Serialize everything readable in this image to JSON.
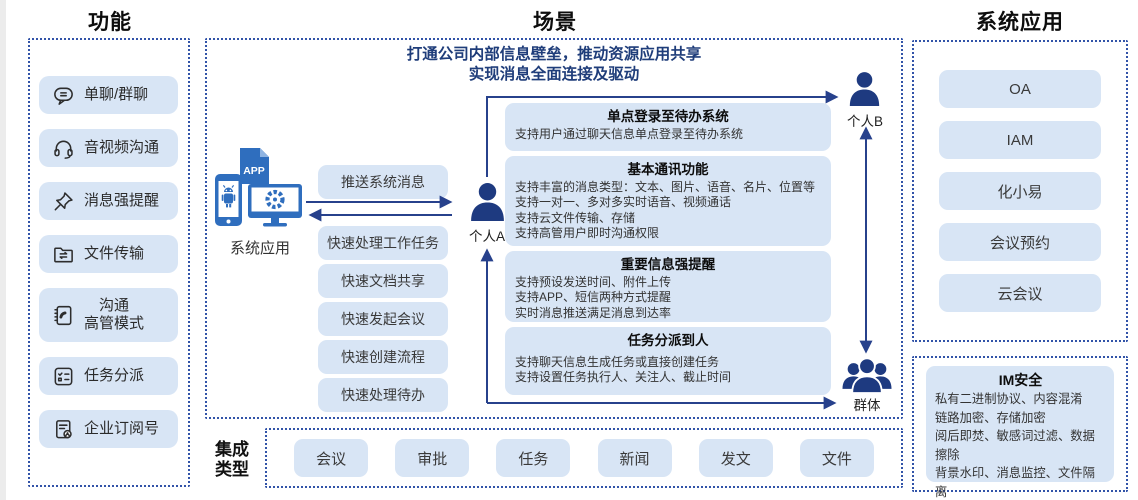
{
  "colors": {
    "box_fill": "#D8E5F5",
    "dotted_border": "#3253A8",
    "arrow_navy": "#27418C",
    "icon_blue": "#2F6EBE",
    "person_navy": "#1E3A80",
    "slogan_navy": "#1F3D7A"
  },
  "functions": {
    "title": "功能",
    "items": [
      {
        "icon": "chat-bubble-icon",
        "label": "单聊/群聊"
      },
      {
        "icon": "headset-icon",
        "label": "音视频沟通"
      },
      {
        "icon": "pushpin-icon",
        "label": "消息强提醒"
      },
      {
        "icon": "file-transfer-icon",
        "label": "文件传输"
      },
      {
        "icon": "contact-phone-icon",
        "label": "沟通\n高管模式"
      },
      {
        "icon": "task-checklist-icon",
        "label": "任务分派"
      },
      {
        "icon": "subscription-doc-icon",
        "label": "企业订阅号"
      }
    ]
  },
  "scenario": {
    "title": "场景",
    "slogan_line1": "打通公司内部信息壁垒，推动资源应用共享",
    "slogan_line2": "实现消息全面连接及驱动",
    "system_source_label": "系统应用",
    "app_badge": "APP",
    "quick_actions": [
      "推送系统消息",
      "快速处理工作任务",
      "快速文档共享",
      "快速发起会议",
      "快速创建流程",
      "快速处理待办"
    ],
    "person_a_label": "个人A",
    "person_b_label": "个人B",
    "group_label": "群体",
    "feature_cards": [
      {
        "title": "单点登录至待办系统",
        "body": "支持用户通过聊天信息单点登录至待办系统"
      },
      {
        "title": "基本通讯功能",
        "body": "支持丰富的消息类型：文本、图片、语音、名片、位置等\n支持一对一、多对多实时语音、视频通话\n支持云文件传输、存储\n支持高管用户即时沟通权限"
      },
      {
        "title": "重要信息强提醒",
        "body": "支持预设发送时间、附件上传\n支持APP、短信两种方式提醒\n实时消息推送满足消息到达率"
      },
      {
        "title": "任务分派到人",
        "body": "支持聊天信息生成任务或直接创建任务\n支持设置任务执行人、关注人、截止时间"
      }
    ]
  },
  "integration": {
    "label": "集成\n类型",
    "items": [
      "会议",
      "审批",
      "任务",
      "新闻",
      "发文",
      "文件"
    ]
  },
  "system_apps": {
    "title": "系统应用",
    "items": [
      "OA",
      "IAM",
      "化小易",
      "会议预约",
      "云会议"
    ]
  },
  "im_security": {
    "title": "IM安全",
    "body": "私有二进制协议、内容混淆\n链路加密、存储加密\n阅后即焚、敏感词过滤、数据擦除\n背景水印、消息监控、文件隔离"
  }
}
